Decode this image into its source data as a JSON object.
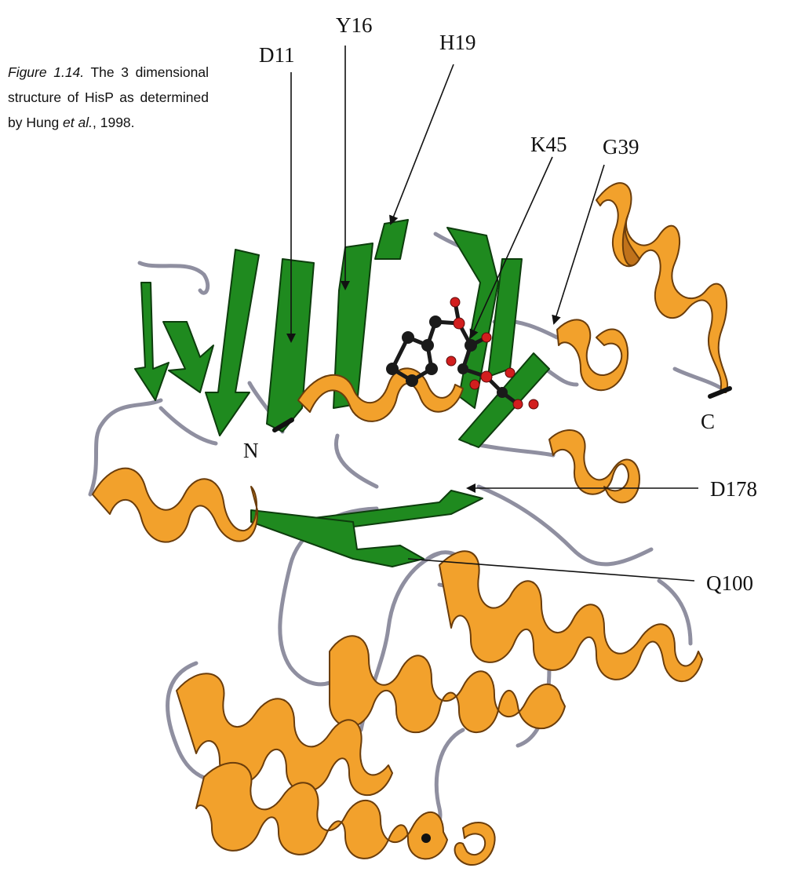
{
  "caption": {
    "figure_label": "Figure 1.14.",
    "text_1": " The 3 dimensional structure of HisP as determined by Hung ",
    "et_al": "et al.",
    "text_2": ", 1998."
  },
  "labels": {
    "d11": "D11",
    "y16": "Y16",
    "h19": "H19",
    "k45": "K45",
    "g39": "G39",
    "n_term": "N",
    "c_term": "C",
    "d178": "D178",
    "q100": "Q100"
  },
  "colors": {
    "helix": "#f2a12c",
    "helix_dark": "#c0721a",
    "strand": "#1f8a1f",
    "coil": "#8f8fa0",
    "ligand_atom": "#1a1a1a",
    "oxygen_atom": "#d21e1e",
    "outline": "#1a1a1a"
  }
}
